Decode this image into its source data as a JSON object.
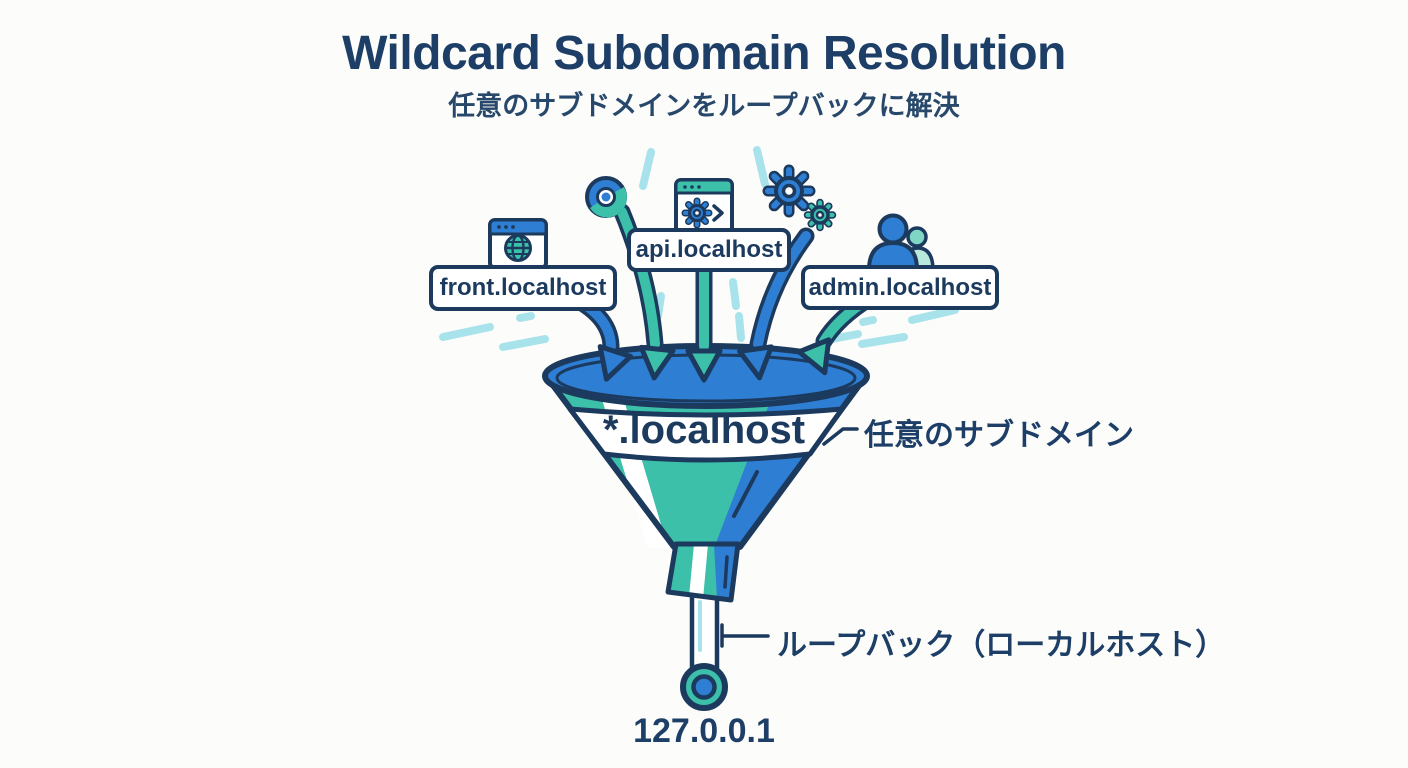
{
  "header": {
    "title": "Wildcard Subdomain Resolution",
    "subtitle": "任意のサブドメインをループバックに解決"
  },
  "inputs": [
    {
      "label": "front.localhost",
      "icon": "browser-globe-icon"
    },
    {
      "label": "api.localhost",
      "icon": "browser-gear-icon"
    },
    {
      "label": "admin.localhost",
      "icon": "users-icon"
    }
  ],
  "decorative_icons": [
    "chrome-icon",
    "gears-icon"
  ],
  "funnel": {
    "label": "*.localhost",
    "annotation": "任意のサブドメイン"
  },
  "output": {
    "value": "127.0.0.1",
    "annotation": "ループバック（ローカルホスト）"
  },
  "colors": {
    "navy": "#1c3a5e",
    "blue": "#2e7ed3",
    "teal": "#3cc0a9",
    "light_teal": "#a8e3ec",
    "background": "#fcfcfa",
    "white": "#ffffff"
  }
}
